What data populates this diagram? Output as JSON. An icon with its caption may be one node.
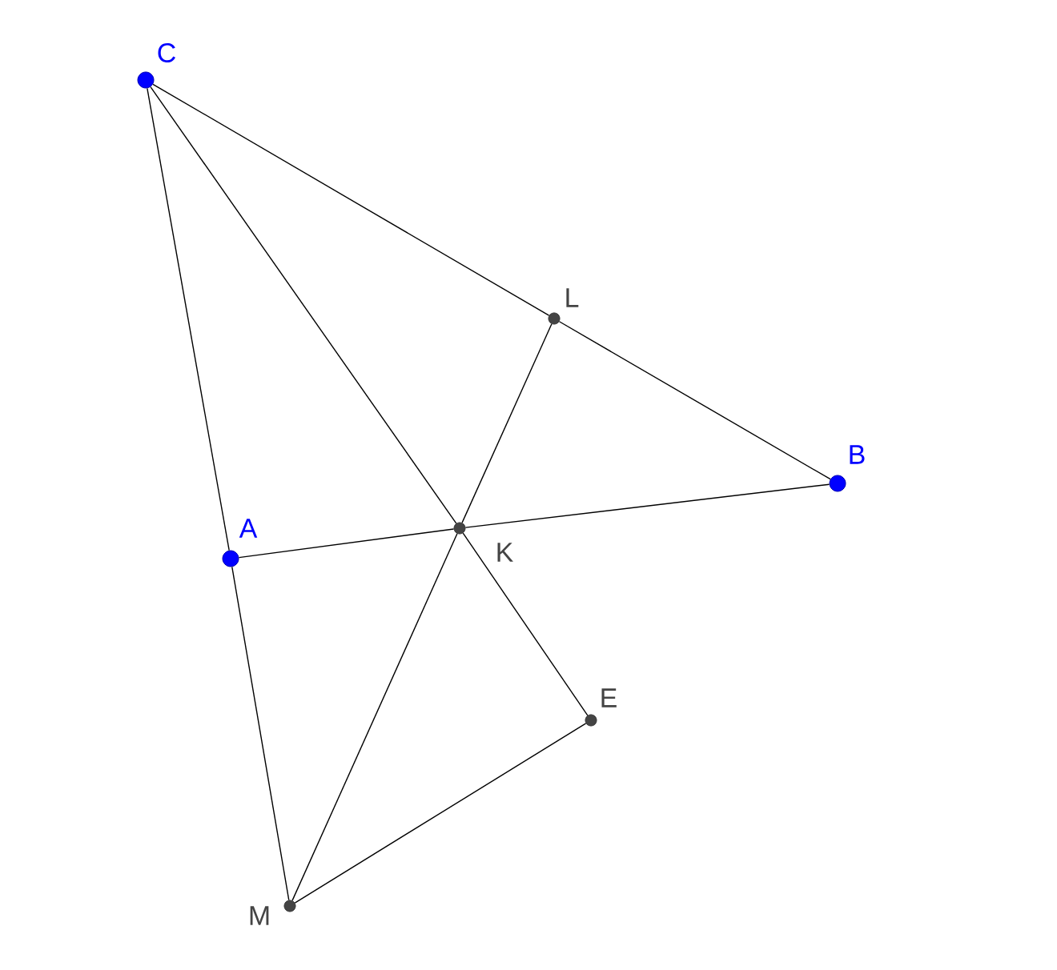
{
  "diagram": {
    "nodes": [
      {
        "text": [],
        "shape": "circle",
        "beside": [
          "C"
        ]
      },
      {
        "text": [],
        "shape": "circle",
        "beside": [
          "L"
        ]
      },
      {
        "text": [],
        "shape": "circle",
        "beside": [
          "B"
        ]
      },
      {
        "text": [],
        "shape": "circle",
        "beside": [
          "A"
        ]
      },
      {
        "text": [],
        "shape": "circle",
        "beside": [
          "K"
        ]
      },
      {
        "text": [],
        "shape": "circle",
        "beside": [
          "E"
        ]
      },
      {
        "text": [],
        "shape": "circle",
        "beside": [
          "M"
        ]
      }
    ],
    "edges": [
      {
        "from": 0,
        "to": 1,
        "arrow": "none"
      },
      {
        "from": 1,
        "to": 2,
        "arrow": "none"
      },
      {
        "from": 0,
        "to": 3,
        "arrow": "none"
      },
      {
        "from": 3,
        "to": 6,
        "arrow": "none"
      },
      {
        "from": 3,
        "to": 4,
        "arrow": "none"
      },
      {
        "from": 4,
        "to": 2,
        "arrow": "none"
      },
      {
        "from": 0,
        "to": 4,
        "arrow": "none"
      },
      {
        "from": 4,
        "to": 5,
        "arrow": "none"
      },
      {
        "from": 1,
        "to": 4,
        "arrow": "none"
      },
      {
        "from": 4,
        "to": 6,
        "arrow": "none"
      },
      {
        "from": 6,
        "to": 5,
        "arrow": "none"
      }
    ]
  }
}
